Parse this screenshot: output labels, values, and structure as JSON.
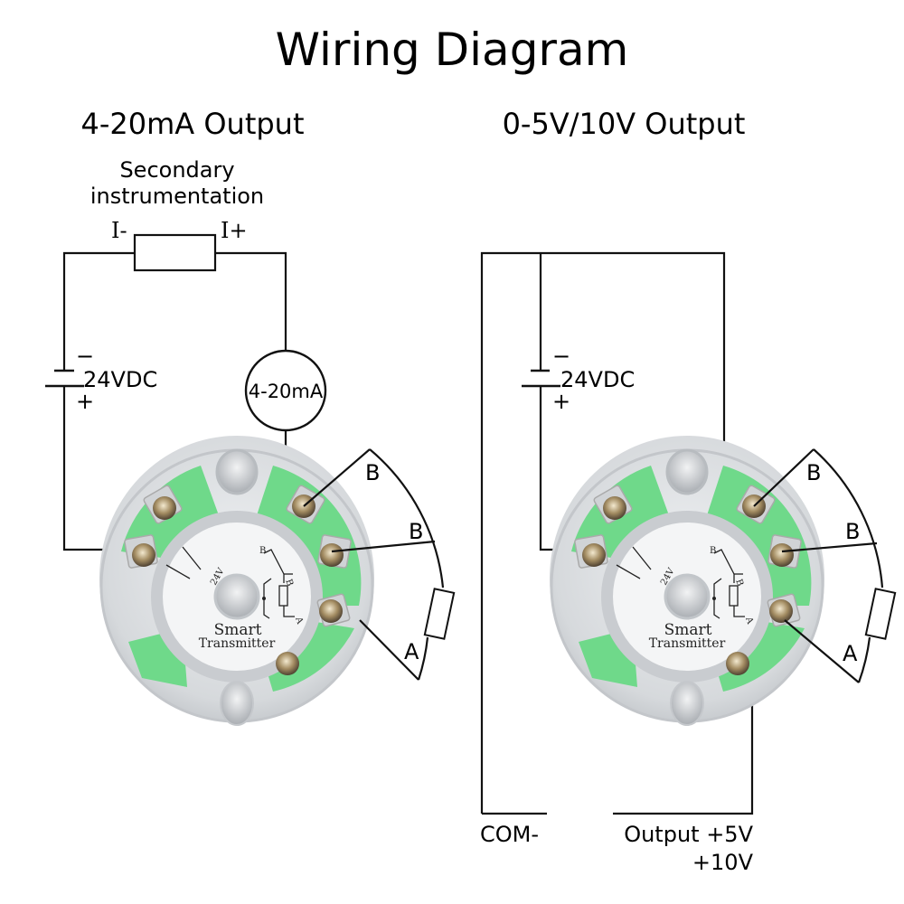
{
  "title": "Wiring Diagram",
  "panels": [
    {
      "heading": "4-20mA Output",
      "load_label_line1": "Secondary",
      "load_label_line2": "instrumentation",
      "load_minus": "I-",
      "load_plus": "I+",
      "supply_label": "24VDC",
      "supply_minus": "−",
      "supply_plus": "+",
      "meter_label": "4-20mA",
      "sensor_labels": [
        "B",
        "B",
        "A"
      ],
      "device": {
        "face_line1": "Smart",
        "face_line2": "Transmitter",
        "face_power": "24V",
        "face_plus": "+",
        "face_minus": "-",
        "face_b1": "B",
        "face_b2": "B",
        "face_a": "A"
      }
    },
    {
      "heading": "0-5V/10V Output",
      "supply_label": "24VDC",
      "supply_minus": "−",
      "supply_plus": "+",
      "sensor_labels": [
        "B",
        "B",
        "A"
      ],
      "com_label": "COM-",
      "output_line1": "Output +5V",
      "output_line2": "+10V",
      "device": {
        "face_line1": "Smart",
        "face_line2": "Transmitter",
        "face_power": "24V",
        "face_plus": "+",
        "face_minus": "-",
        "face_b1": "B",
        "face_b2": "B",
        "face_a": "A"
      }
    }
  ],
  "colors": {
    "terminal_green": "#6fd98a",
    "housing_gray": "#d9dbde",
    "face_white": "#f4f5f6",
    "wire": "#111111"
  }
}
